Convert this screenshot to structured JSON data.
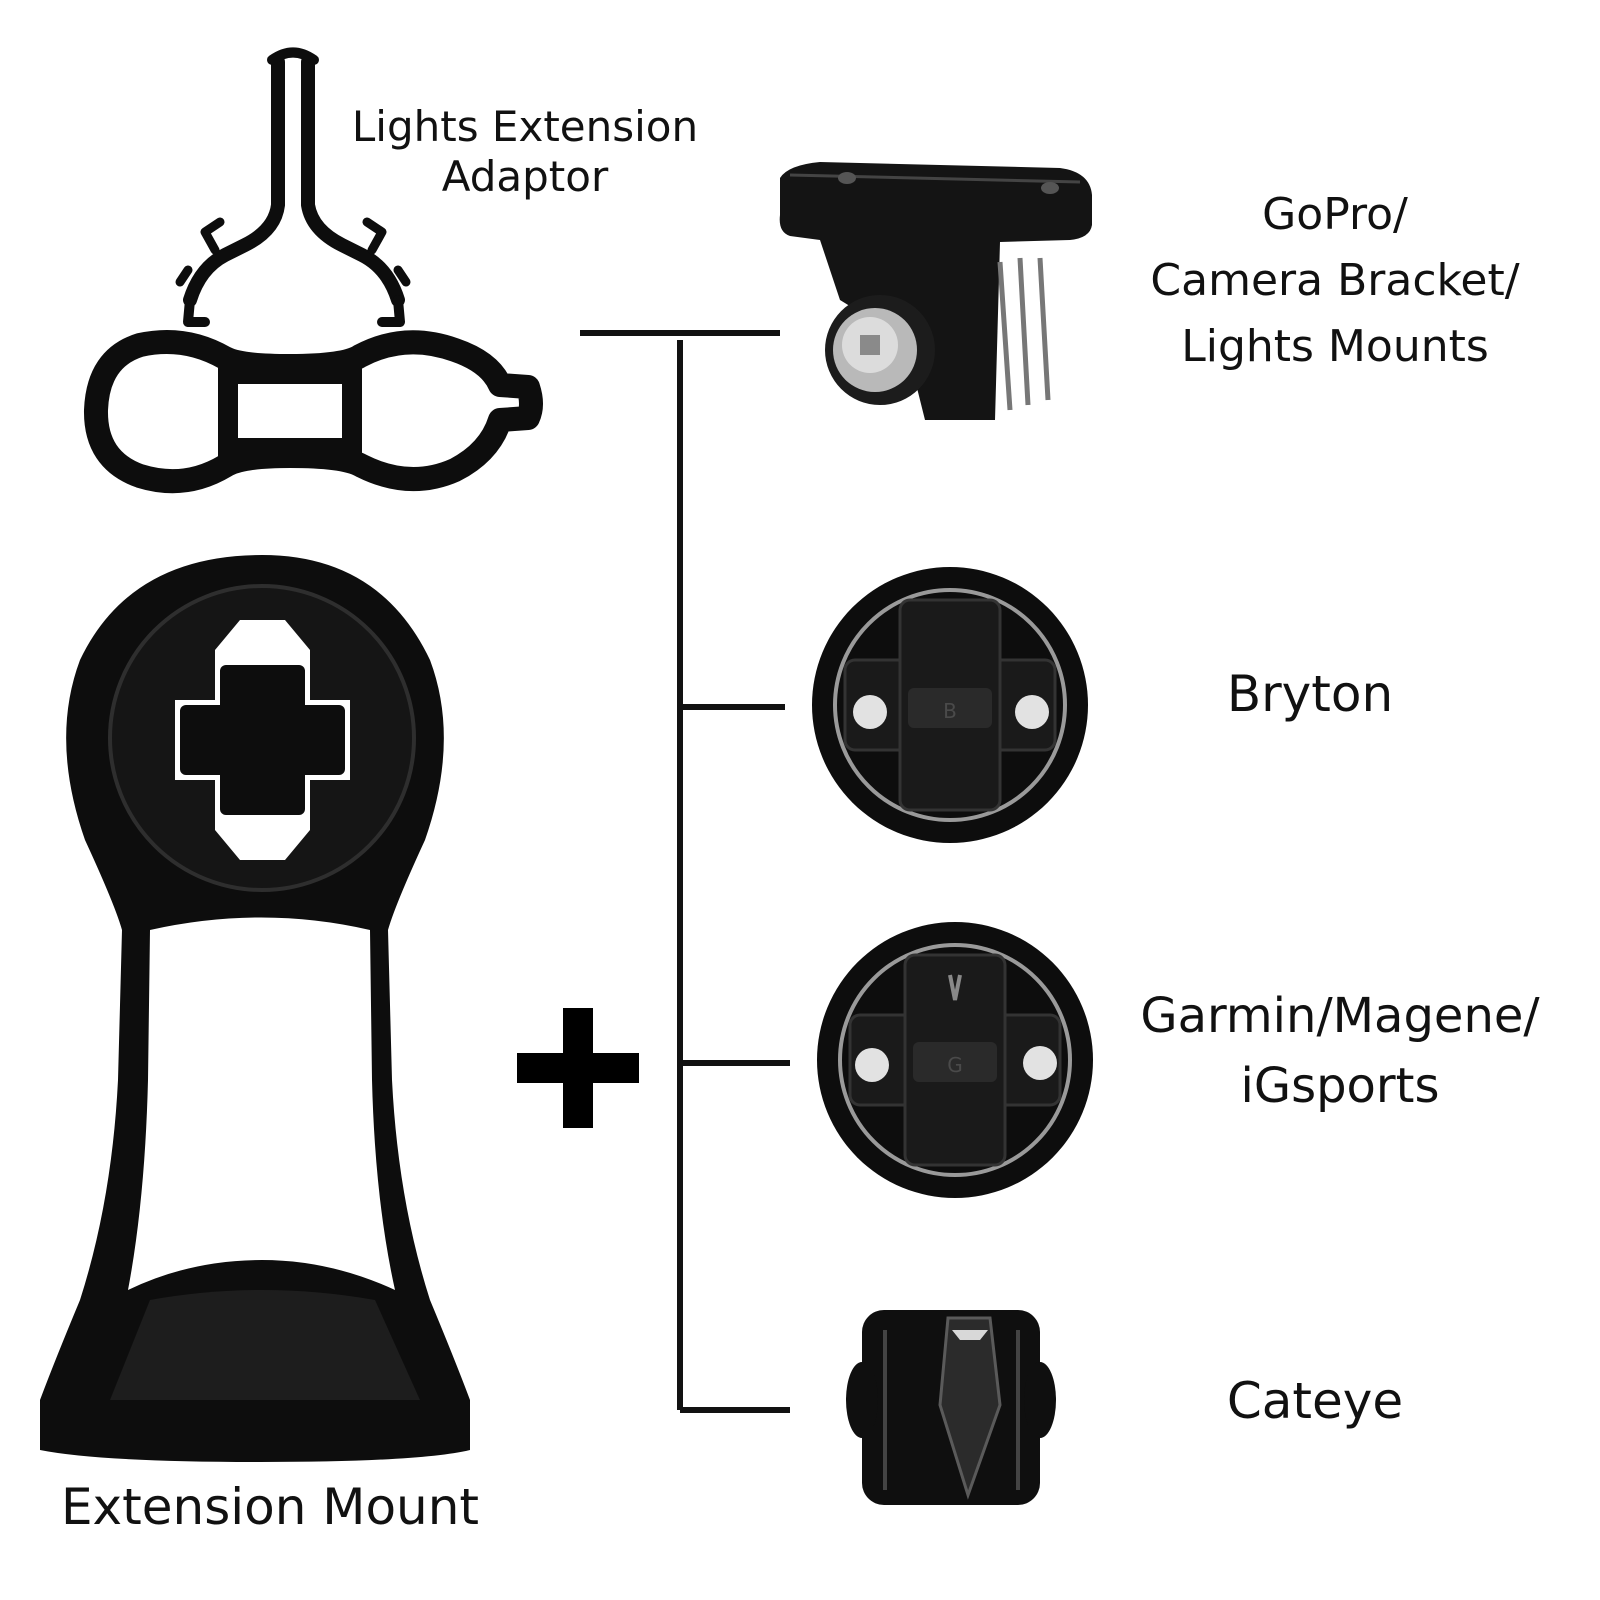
{
  "labels": {
    "lights_extension": [
      "Lights Extension",
      "Adaptor"
    ],
    "gopro": [
      "GoPro/",
      "Camera Bracket/",
      "Lights Mounts"
    ],
    "bryton": "Bryton",
    "garmin": [
      "Garmin/Magene/",
      "iGsports"
    ],
    "cateye": "Cateye",
    "extension_mount": "Extension Mount"
  },
  "mount_embossed_letters": {
    "bryton": "B",
    "garmin": "G"
  },
  "colors": {
    "background": "#ffffff",
    "part": "#0d0d0d",
    "part_highlight": "#3a3a3a",
    "metal": "#bdbdbd",
    "line": "#111111"
  }
}
